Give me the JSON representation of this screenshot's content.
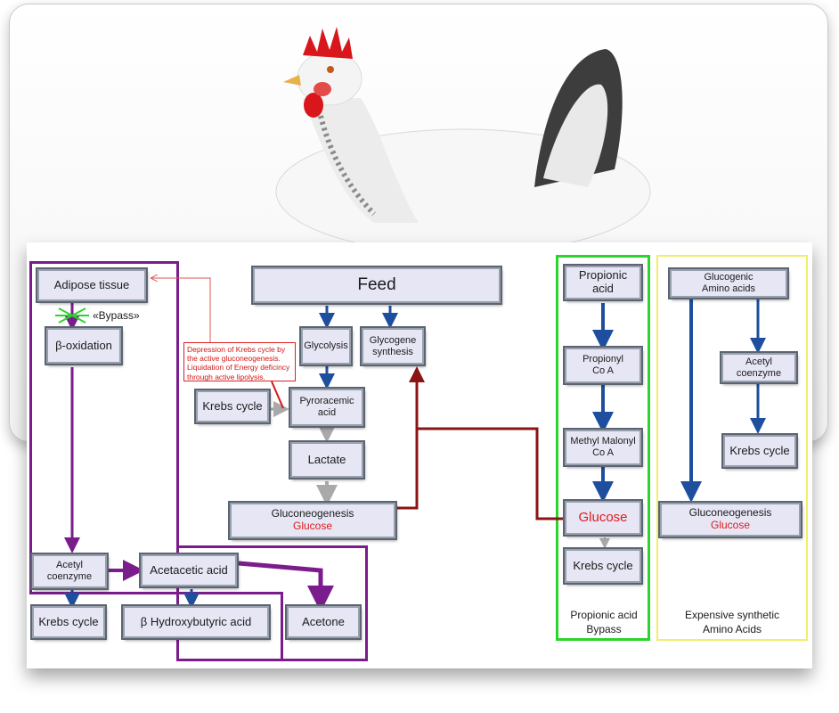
{
  "feed": "Feed",
  "adipose_tissue": "Adipose tissue",
  "bypass_label": "«Bypass»",
  "beta_oxidation": "β-oxidation",
  "glycolysis": "Glycolysis",
  "glycogene_synthesis": [
    "Glycogene",
    "synthesis"
  ],
  "note": [
    "Depression of Krebs cycle by",
    "the active gluconeogenesis.",
    "Liquidation of Energy deficincy",
    "through active lipolysis."
  ],
  "krebs_cycle": "Krebs cycle",
  "pyroracemic_acid": [
    "Pyroracemic",
    "acid"
  ],
  "lactate": "Lactate",
  "gluconeogenesis": "Gluconeogenesis",
  "glucose": "Glucose",
  "acetyl_coenzyme": [
    "Acetyl",
    "coenzyme"
  ],
  "acetacetic_acid": "Acetacetic acid",
  "b_hydroxybutyric_acid": "β Hydroxybutyric acid",
  "acetone": "Acetone",
  "propionic": {
    "propionic_acid": [
      "Propionic",
      "acid"
    ],
    "propionyl_coa": [
      "Propionyl",
      "Co A"
    ],
    "methyl_malonyl_coa": [
      "Methyl Malonyl",
      "Co A"
    ],
    "caption": [
      "Propionic acid",
      "Bypass"
    ]
  },
  "amino": {
    "glucogenic_amino_acids": [
      "Glucogenic",
      "Amino acids"
    ],
    "caption": [
      "Expensive synthetic",
      "Amino Acids"
    ]
  },
  "colors": {
    "purple": "#7a1c8c",
    "blue": "#1d4f9e",
    "dark_red": "#8b1414",
    "green": "#2bd42b",
    "yellow": "#f2ee6a",
    "glucose_red": "#e11b1b"
  }
}
